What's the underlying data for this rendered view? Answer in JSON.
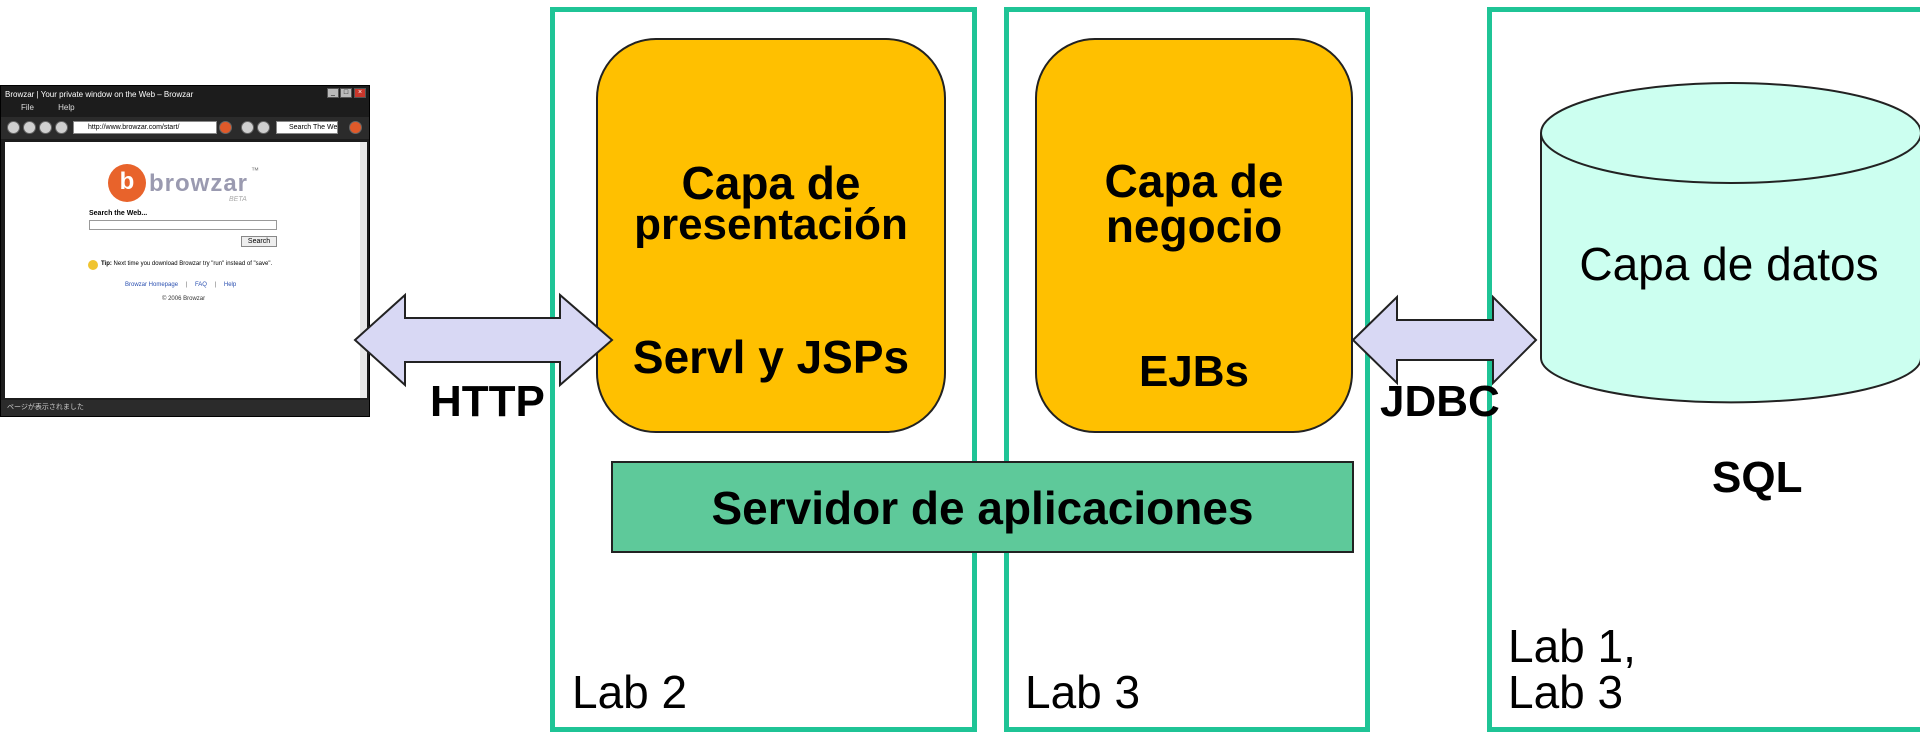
{
  "browser": {
    "window_title": "Browzar | Your private window on the Web – Browzar",
    "menu": [
      "File",
      "Help"
    ],
    "address": "http://www.browzar.com/start/",
    "search_box": "Search The Web...",
    "logo_text": "browzar",
    "logo_sup": "™",
    "logo_beta": "BETA",
    "search_label": "Search the Web...",
    "search_button": "Search",
    "tip_bold": "Tip:",
    "tip_text": " Next time you download Browzar try \"run\" instead of \"save\".",
    "links": [
      "Browzar Homepage",
      "FAQ",
      "Help"
    ],
    "link_sep": "|",
    "copyright": "© 2006 Browzar",
    "status": "ページが表示されました"
  },
  "diagram": {
    "http_label": "HTTP",
    "jdbc_label": "JDBC",
    "presentation_title_1": "Capa de",
    "presentation_title_2": "presentación",
    "presentation_tech": "Servl y JSPs",
    "business_title_1": "Capa de",
    "business_title_2": "negocio",
    "business_tech": "EJBs",
    "app_server": "Servidor de aplicaciones",
    "data_layer": "Capa de datos",
    "sql_label": "SQL",
    "lab_left": "Lab 2",
    "lab_middle": "Lab 3",
    "lab_right_1": "Lab 1,",
    "lab_right_2": "Lab 3"
  },
  "colors": {
    "lab_border": "#1fc496",
    "tier_fill": "#ffc000",
    "app_server_fill": "#5ec99a",
    "database_fill": "#ccfff0",
    "arrow_fill": "#d8d8f4"
  }
}
